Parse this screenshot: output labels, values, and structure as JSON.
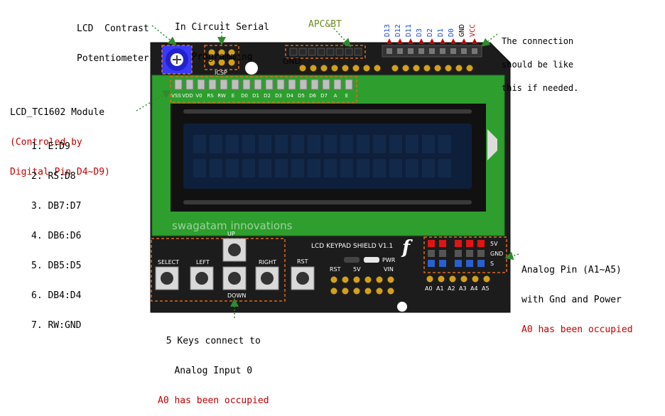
{
  "annotations": {
    "lcd_contrast": [
      "LCD  Contrast",
      "Potentiometer"
    ],
    "icsp": [
      "In Circuit Serial",
      "Programming"
    ],
    "apc_bt": "APC&BT",
    "connection": [
      "The connection",
      "should be like",
      "this if needed."
    ],
    "module_title": "LCD_TC1602 Module",
    "module_control": [
      "(Controled by",
      "Digital Pin D4~D9)"
    ],
    "pin_list": [
      "1. E:D9",
      "2. RS:D8",
      "3. DB7:D7",
      "4. DB6:D6",
      "5. DB5:D5",
      "6. DB4:D4",
      "7. RW:GND"
    ],
    "analog": [
      "Analog Pin (A1~A5)",
      "with Gnd and Power"
    ],
    "analog_note": "A0 has been occupied",
    "keys": [
      "5 Keys connect to",
      "Analog Input 0"
    ],
    "keys_note": "A0 has been occupied"
  },
  "board": {
    "gnd_label": "GND",
    "icsp_label": "ICSP",
    "top_pins": [
      "D13",
      "D12",
      "D11",
      "D3",
      "D2",
      "D1",
      "D0",
      "GND",
      "VCC"
    ],
    "lcd_pins": [
      "VSS",
      "VDD",
      "V0",
      "RS",
      "RW",
      "E",
      "D0",
      "D1",
      "D2",
      "D3",
      "D4",
      "D5",
      "D6",
      "D7",
      "A",
      "E"
    ],
    "brand": "swagatam innovations",
    "shield_name": "LCD KEYPAD SHIELD V1.1",
    "pwr_label": "PWR",
    "power_pins": [
      "RST",
      "5V",
      "VIN"
    ],
    "rst_key": "RST",
    "keys": {
      "up": "UP",
      "select": "SELECT",
      "left": "LEFT",
      "right": "RIGHT",
      "down": "DOWN"
    },
    "analog_rows": [
      "5V",
      "GND",
      "S"
    ],
    "analog_pins": [
      "A0",
      "A1",
      "A2",
      "A3",
      "A4",
      "A5"
    ],
    "logo": "f"
  },
  "colors": {
    "board": "#1f1f1f",
    "lcd_pcb": "#2e9e2e",
    "lcd_screen": "#0d1f3a",
    "annotation_red": "#c00000",
    "annotation_green": "#6b8e23",
    "annotation_blue": "#1f4fd8",
    "dash": "#e06a1a"
  }
}
